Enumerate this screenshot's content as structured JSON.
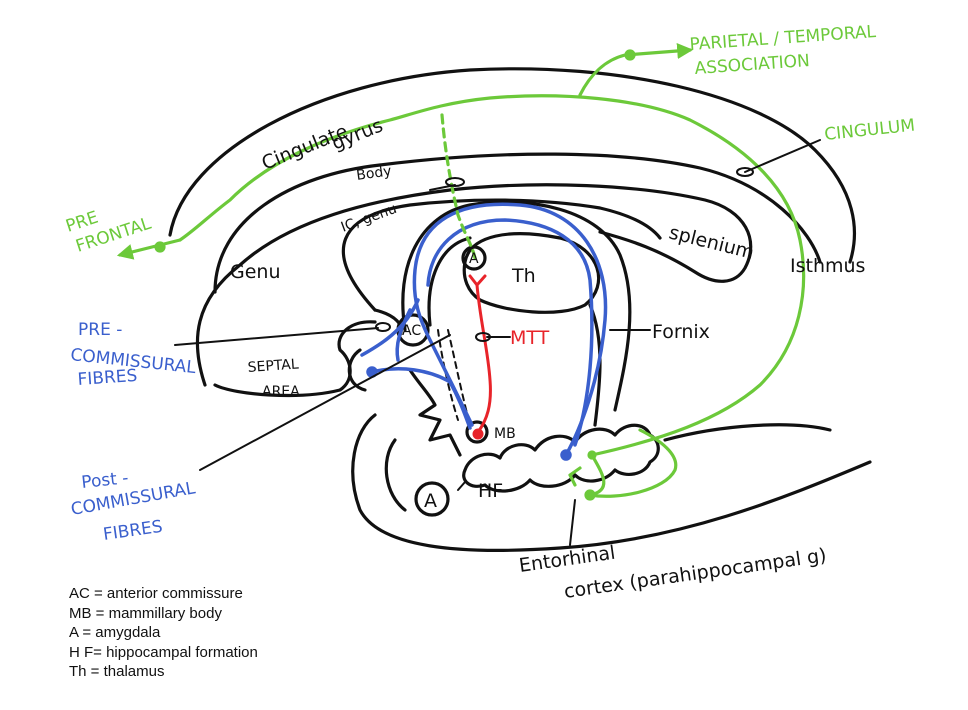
{
  "colors": {
    "outline": "#111111",
    "cingulum_green": "#6cc93a",
    "fornix_blue": "#3a5fcd",
    "mtt_red": "#e8242a"
  },
  "labels": {
    "parietal_temporal": "PARIETAL / TEMPORAL",
    "association": "ASSOCIATION",
    "cingulum": "CINGULUM",
    "cingulate": "Cingulate",
    "gyrus": "gyrus",
    "body": "Body",
    "ic_genu": "IC, genu",
    "pre": "PRE",
    "frontal": "FRONTAL",
    "splenium": "splenium",
    "isthmus": "Isthmus",
    "genu": "Genu",
    "a_top": "A",
    "th": "Th",
    "ac": "AC",
    "mtt": "MTT",
    "fornix": "Fornix",
    "precomm_1": "PRE -",
    "precomm_2": "COMMISSURAL",
    "precomm_3": "FIBRES",
    "septal": "SEPTAL",
    "area": "AREA",
    "mb": "MB",
    "postcomm_1": "Post -",
    "postcomm_2": "COMMISSURAL",
    "postcomm_3": "FIBRES",
    "a_bottom": "A",
    "hf": "HF",
    "entorhinal_1": "Entorhinal",
    "entorhinal_2": "cortex (parahippocampal g)"
  },
  "legend": [
    "AC = anterior commissure",
    "MB = mammillary body",
    "A = amygdala",
    "H F= hippocampal formation",
    "Th = thalamus"
  ]
}
